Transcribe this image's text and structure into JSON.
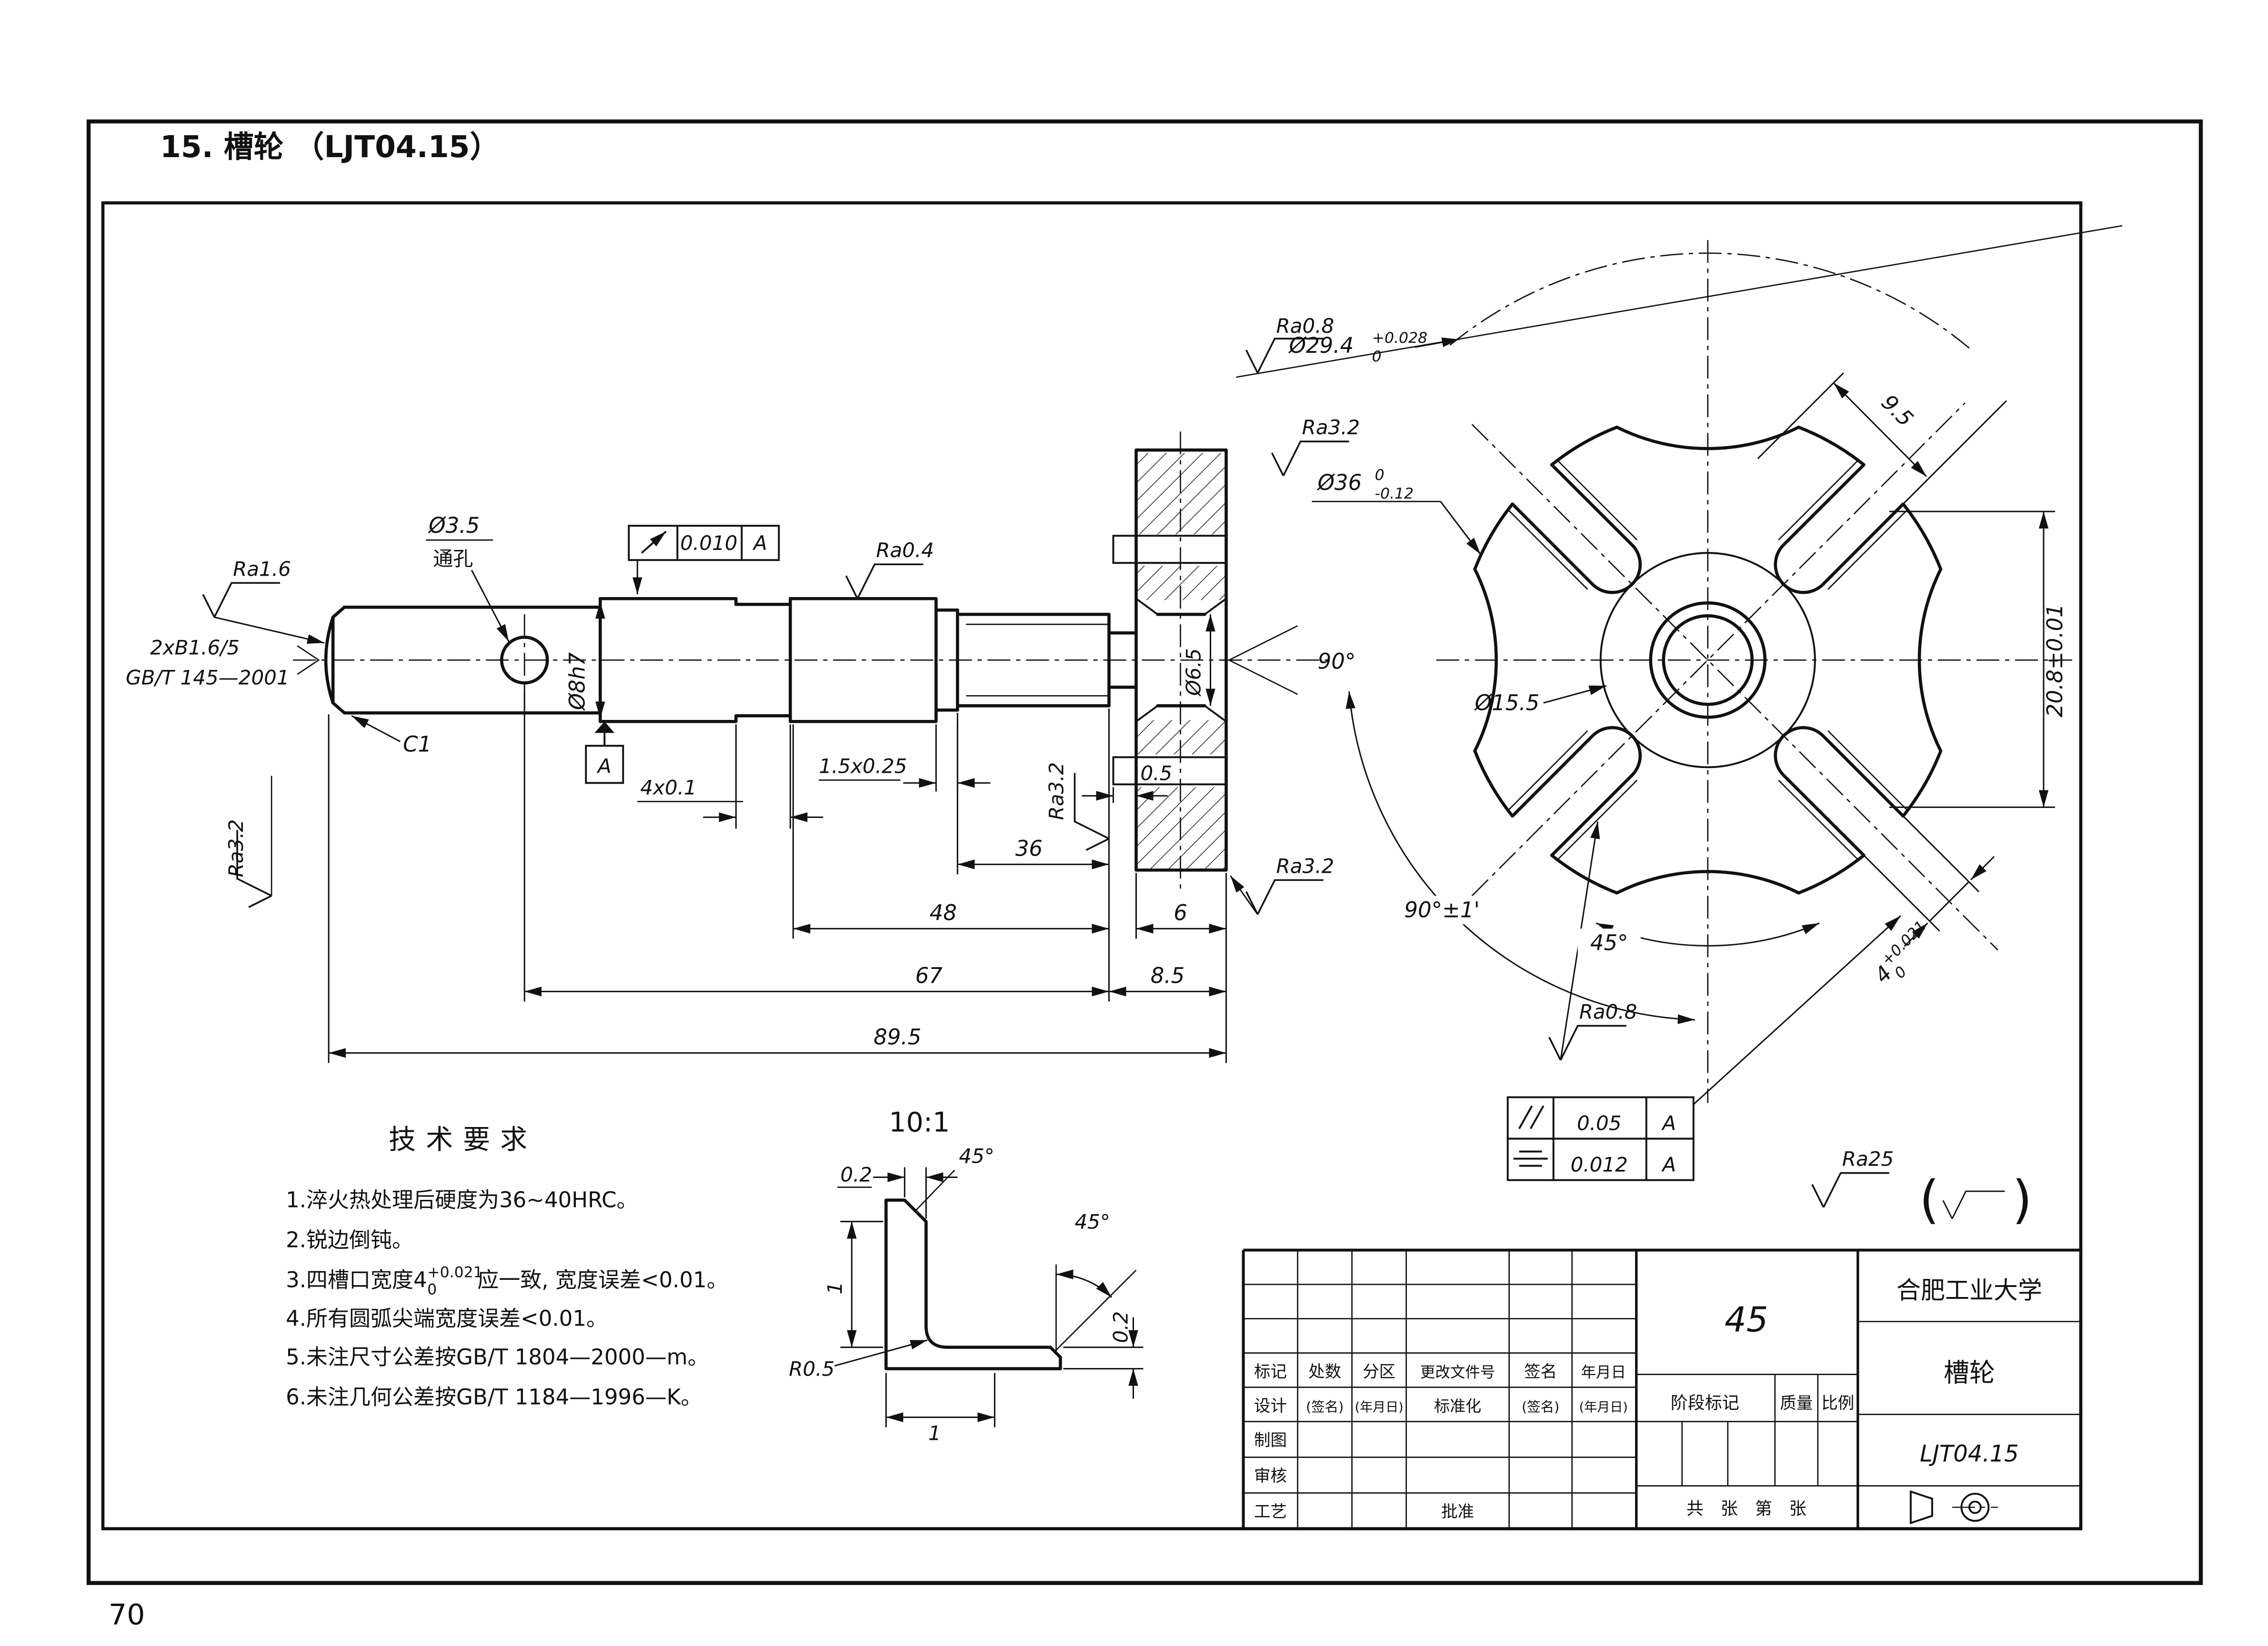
{
  "page": {
    "header_title": "15. 槽轮 （LJT04.15）",
    "page_number": "70"
  },
  "shaft": {
    "ra16": "Ra1.6",
    "center_hole": "2xB1.6/5",
    "center_hole_std": "GB/T 145—2001",
    "chamfer": "C1",
    "ra32_left": "Ra3.2",
    "hole_dia": "Ø3.5",
    "hole_thru": "通孔",
    "dia_8h7": "Ø8h7",
    "runout_val": "0.010",
    "runout_datum": "A",
    "datum_label": "A",
    "ra04": "Ra0.4",
    "groove_4x01": "4x0.1",
    "groove_15x025": "1.5x0.25",
    "ra32_mid": "Ra3.2",
    "dim_36": "36",
    "dim_48": "48",
    "dim_67": "67",
    "dim_895": "89.5",
    "dim_05": "0.5",
    "dim_6": "6",
    "dim_85": "8.5",
    "ra32_flange": "Ra3.2",
    "bore_dia": "Ø6.5",
    "csk_angle": "90°"
  },
  "wheel": {
    "ra08_top": "Ra0.8",
    "dia_294": "Ø29.4",
    "dia_294_up": "+0.028",
    "dia_294_low": "0",
    "ra32_top": "Ra3.2",
    "dia_36": "Ø36",
    "dia_36_up": "0",
    "dia_36_low": "-0.12",
    "dim_95": "9.5",
    "dim_208": "20.8±0.01",
    "dia_155": "Ø15.5",
    "ang_90": "90°±1'",
    "ang_45": "45°",
    "slot_w": "4",
    "slot_w_up": "+0.021",
    "slot_w_low": "0",
    "ra08_slot": "Ra0.8",
    "fcf_parallel_val": "0.05",
    "fcf_parallel_datum": "A",
    "fcf_symmetry_val": "0.012",
    "fcf_symmetry_datum": "A",
    "ra25": "Ra25",
    "paren_open": "(",
    "paren_close": ")"
  },
  "detail": {
    "scale_label": "10:1",
    "dim_02_top": "0.2",
    "ang_45_top": "45°",
    "ang_45_right": "45°",
    "dim_1_left": "1",
    "r_05": "R0.5",
    "dim_02_right": "0.2",
    "dim_1_bottom": "1"
  },
  "tech_req": {
    "heading": "技术要求",
    "line1": "1.淬火热处理后硬度为36~40HRC。",
    "line2": "2.锐边倒钝。",
    "line3_prefix": "3.四槽口宽度4",
    "line3_up": "+0.021",
    "line3_low": "0",
    "line3_suffix": "应一致, 宽度误差<0.01。",
    "line4": "4.所有圆弧尖端宽度误差<0.01。",
    "line5": "5.未注尺寸公差按GB/T 1804—2000—m。",
    "line6": "6.未注几何公差按GB/T 1184—1996—K。"
  },
  "title_block": {
    "material": "45",
    "university": "合肥工业大学",
    "part_name": "槽轮",
    "drawing_no": "LJT04.15",
    "h_biaoji": "标记",
    "h_chushu": "处数",
    "h_fenqu": "分区",
    "h_wenjian": "更改文件号",
    "h_qianming": "签名",
    "h_nianyue": "年月日",
    "r_sheji": "设计",
    "r_qm1": "(签名)",
    "r_ny1": "(年月日)",
    "r_biaozhunhua": "标准化",
    "r_qm2": "(签名)",
    "r_ny2": "(年月日)",
    "r_zhitu": "制图",
    "r_shenhe": "审核",
    "r_gongyi": "工艺",
    "r_pizhun": "批准",
    "stage": "阶段标记",
    "mass": "质量",
    "scale": "比例",
    "sheets": "共　张　第　张"
  }
}
